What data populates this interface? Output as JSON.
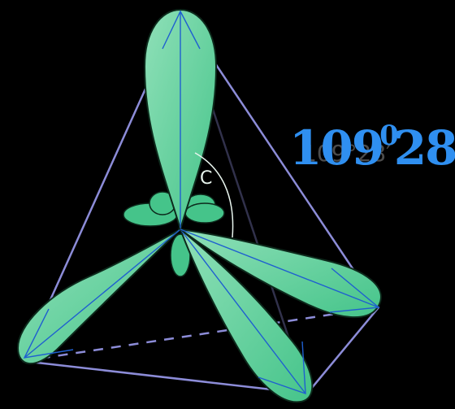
{
  "figure": {
    "angle_label": {
      "degrees": "109",
      "degree_mark": "0",
      "minutes": "28’",
      "faint_text": "109°28′"
    },
    "orbital_symbol": "C",
    "colors": {
      "background": "#000000",
      "lobe_fill": "#45c48a",
      "lobe_fill_light": "#8fe0b8",
      "lobe_outline": "#0d2a1c",
      "tetrahedron_edge": "#8c8cd8",
      "label": "#2f8ff0",
      "inner_lines": "#1f5fd0"
    }
  }
}
